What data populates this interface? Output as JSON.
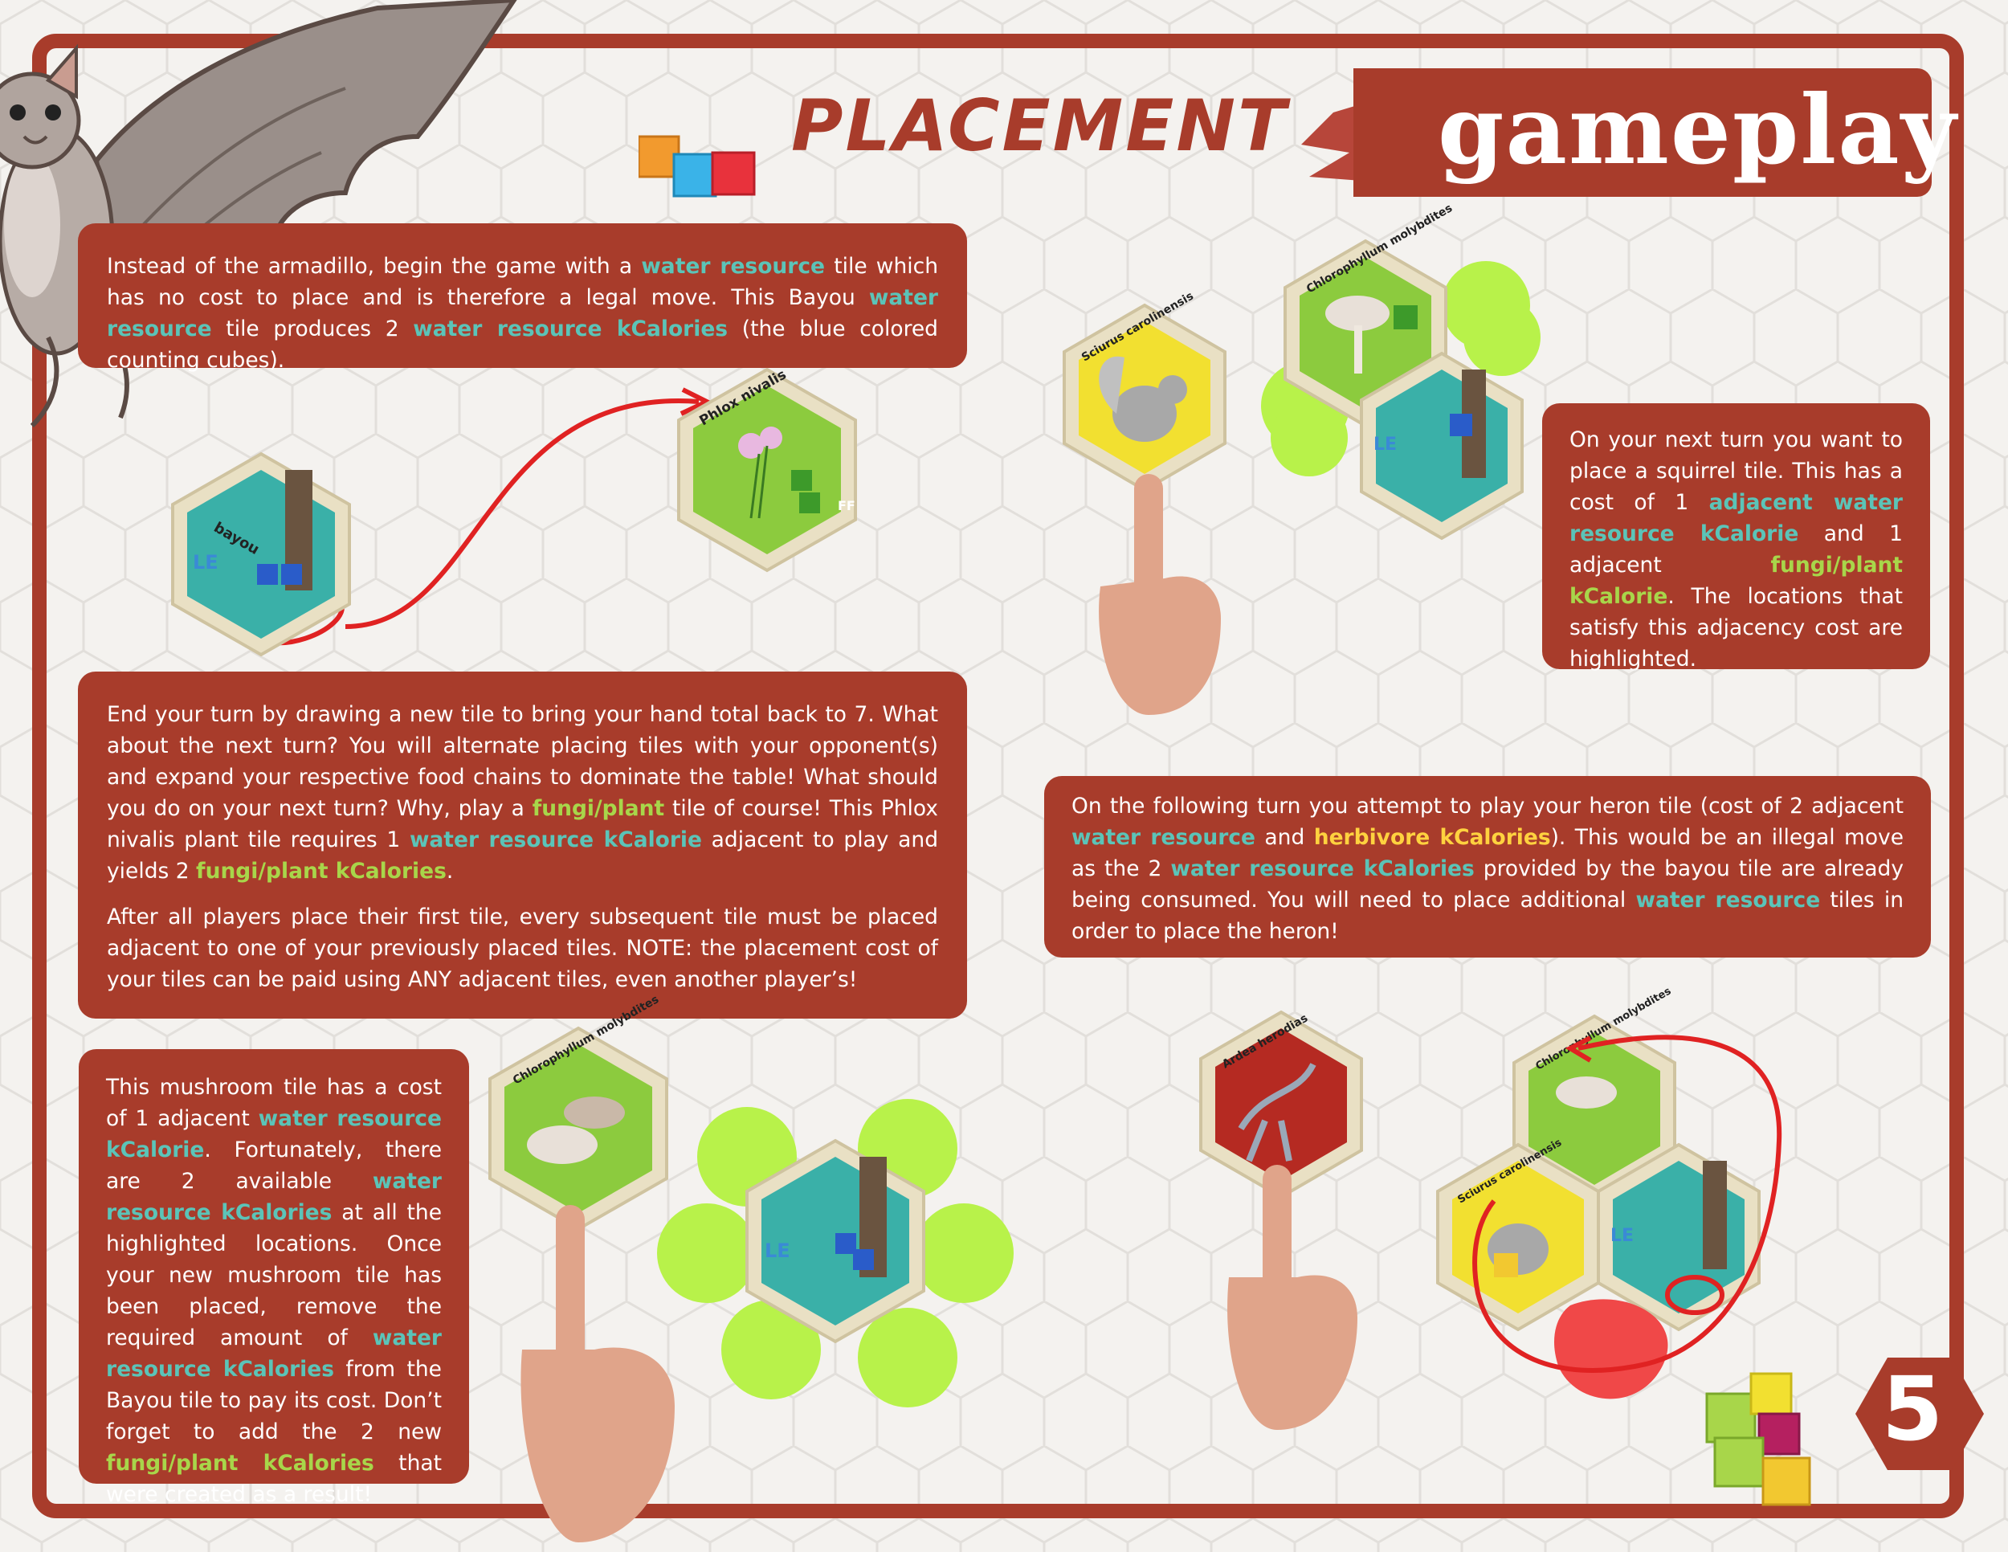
{
  "header": {
    "title": "PLACEMENT",
    "section": "gameplay"
  },
  "page_number": "5",
  "box1": {
    "segments": [
      {
        "t": "Instead of the armadillo, begin the game with a ",
        "c": ""
      },
      {
        "t": "water resource",
        "c": "w"
      },
      {
        "t": " tile which has no cost to place and is therefore a legal move. This Bayou ",
        "c": ""
      },
      {
        "t": "water resource",
        "c": "w"
      },
      {
        "t": " tile produces 2 ",
        "c": ""
      },
      {
        "t": "water resource kCalories",
        "c": "w"
      },
      {
        "t": " (the blue colored counting cubes).",
        "c": ""
      }
    ]
  },
  "box2": {
    "paragraphs": [
      [
        {
          "t": "End your turn by drawing a new tile to bring your hand total back to 7. What about the next turn? You will alternate placing tiles with your opponent(s) and expand your respective food chains to dominate the table! What should you do on your next turn? Why, play a ",
          "c": ""
        },
        {
          "t": "fungi/plant",
          "c": "f"
        },
        {
          "t": " tile of course! This Phlox nivalis plant tile requires 1 ",
          "c": ""
        },
        {
          "t": "water resource kCalorie",
          "c": "w"
        },
        {
          "t": " adjacent to play and yields 2 ",
          "c": ""
        },
        {
          "t": "fungi/plant kCalories",
          "c": "f"
        },
        {
          "t": ".",
          "c": ""
        }
      ],
      [
        {
          "t": "After all players place their first tile, every subsequent tile must be placed adjacent to one of your previously placed tiles. NOTE: the placement cost of your tiles can be paid using ANY adjacent tiles, even another player’s!",
          "c": ""
        }
      ]
    ]
  },
  "box3": {
    "segments": [
      {
        "t": "This mushroom tile has a cost of 1 adjacent ",
        "c": ""
      },
      {
        "t": "water resource kCalorie",
        "c": "w"
      },
      {
        "t": ". Fortunately, there are 2 available ",
        "c": ""
      },
      {
        "t": "water resource kCalories",
        "c": "w"
      },
      {
        "t": " at all the highlighted locations. Once your new mushroom tile has been placed, remove the required amount of ",
        "c": ""
      },
      {
        "t": "water resource kCalories",
        "c": "w"
      },
      {
        "t": " from the Bayou tile to pay its cost. Don’t forget to add the 2 new ",
        "c": ""
      },
      {
        "t": "fungi/plant kCalories",
        "c": "f"
      },
      {
        "t": " that were created as a result!",
        "c": ""
      }
    ]
  },
  "box4": {
    "segments": [
      {
        "t": "On your next turn you want to place a squirrel tile. This has a cost of 1 ",
        "c": ""
      },
      {
        "t": "adjacent water resource kCalorie",
        "c": "w"
      },
      {
        "t": " and 1 adjacent ",
        "c": ""
      },
      {
        "t": "fungi/plant kCalorie",
        "c": "f"
      },
      {
        "t": ". The locations that satisfy this adjacency cost are highlighted.",
        "c": ""
      }
    ]
  },
  "box5": {
    "segments": [
      {
        "t": "On the following turn you attempt to play your heron tile (cost of 2 adjacent ",
        "c": ""
      },
      {
        "t": "water resource",
        "c": "w"
      },
      {
        "t": " and ",
        "c": ""
      },
      {
        "t": "herbivore kCalories",
        "c": "h"
      },
      {
        "t": "). This would be an illegal move as the 2 ",
        "c": ""
      },
      {
        "t": "water resource kCalories",
        "c": "w"
      },
      {
        "t": " provided by the bayou tile are already being consumed. You will need to place additional ",
        "c": ""
      },
      {
        "t": "water resource",
        "c": "w"
      },
      {
        "t": " tiles in order to place the heron!",
        "c": ""
      }
    ]
  },
  "tiles": {
    "bayou": "bayou",
    "phlox": "Phlox nivalis",
    "squirrel": "Sciurus carolinensis",
    "mushroom": "Chlorophyllum molybdites",
    "heron": "Ardea herodias",
    "le": "LE",
    "ff": "FF"
  },
  "colors": {
    "brand_red": "#a83c2b",
    "water": "#5bc4b8",
    "fungi_plant": "#a8d64a",
    "herbivore": "#ffd23f",
    "highlight_green": "#b8f24a",
    "illegal_red": "#f04848"
  },
  "icons": [
    "bat-illustration",
    "counting-cubes-icon",
    "pointing-hand-icon",
    "pagenum-hexagon"
  ]
}
